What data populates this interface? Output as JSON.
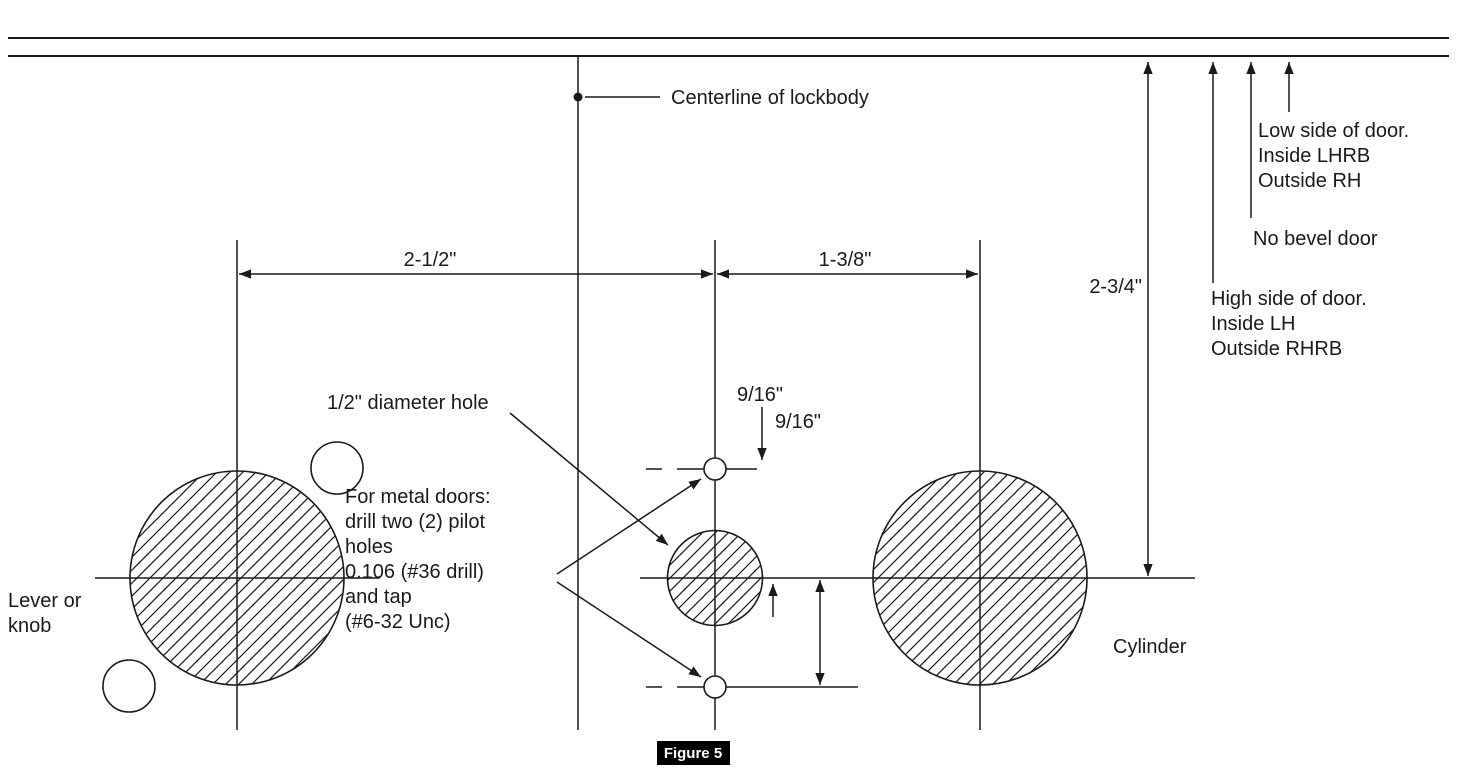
{
  "figure": {
    "caption": "Figure 5"
  },
  "annotations": {
    "centerline_of_lockbody": "Centerline of lockbody",
    "half_inch_hole": "1/2\" diameter hole",
    "lever_or_knob": {
      "lines": [
        "Lever or",
        "knob"
      ]
    },
    "cylinder": "Cylinder",
    "metal_doors_note": {
      "lines": [
        "For metal doors:",
        "drill two (2) pilot",
        "holes",
        "0.106 (#36 drill)",
        "and tap",
        "(#6-32 Unc)"
      ]
    },
    "low_side_note": {
      "lines": [
        "Low side of door.",
        "Inside LHRB",
        "Outside RH"
      ]
    },
    "no_bevel_note": "No bevel door",
    "high_side_note": {
      "lines": [
        "High side of door.",
        "Inside LH",
        "Outside RHRB"
      ]
    }
  },
  "dimensions": {
    "lever_to_hole": "2-1/2\"",
    "hole_to_cylinder": "1-3/8\"",
    "top_edge_to_centerline": "2-3/4\"",
    "upper_pilot_offset": "9/16\"",
    "lower_pilot_offset": "9/16\""
  },
  "colors": {
    "line": "#1a1a1a",
    "background": "#ffffff",
    "figure_badge_background": "#000000",
    "figure_badge_text": "#ffffff"
  }
}
